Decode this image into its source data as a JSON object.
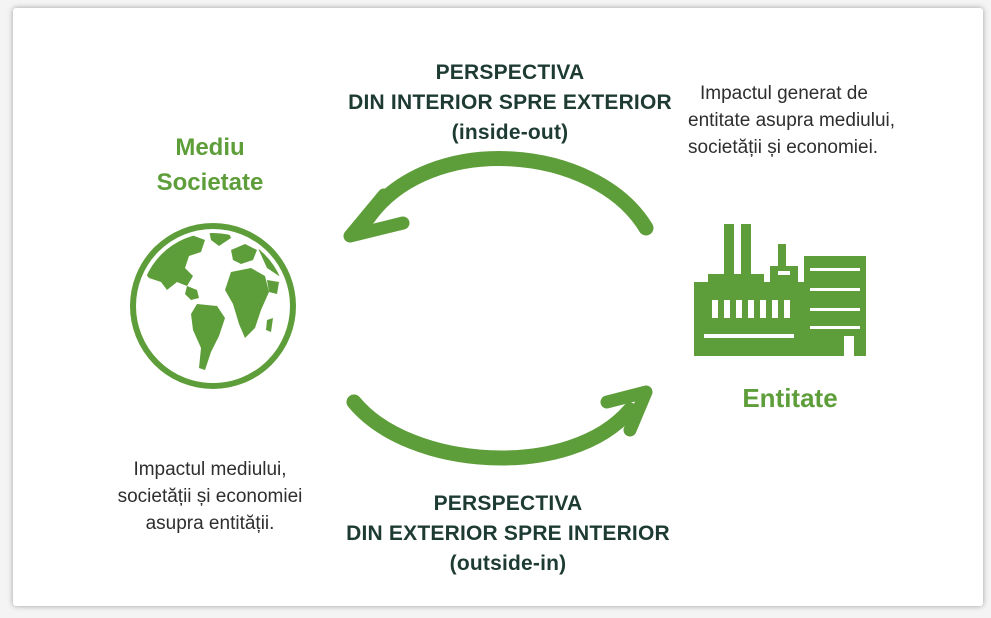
{
  "left_node": {
    "title_line1": "Mediu",
    "title_line2": "Societate",
    "icon": "globe-icon",
    "caption": [
      "Impactul mediului,",
      "societății și economiei",
      "asupra entității."
    ]
  },
  "right_node": {
    "title": "Entitate",
    "icon": "factory-icon",
    "caption": [
      "Impactul generat de",
      "entitate asupra mediului,",
      "societății și economiei."
    ]
  },
  "top_perspective": {
    "line1": "PERSPECTIVA",
    "line2": "DIN INTERIOR SPRE EXTERIOR",
    "line3": "(inside-out)"
  },
  "bottom_perspective": {
    "line1": "PERSPECTIVA",
    "line2": "DIN EXTERIOR SPRE INTERIOR",
    "line3": "(outside-in)"
  },
  "colors": {
    "green": "#5e9e3a",
    "dark_text": "#1e3b33"
  }
}
